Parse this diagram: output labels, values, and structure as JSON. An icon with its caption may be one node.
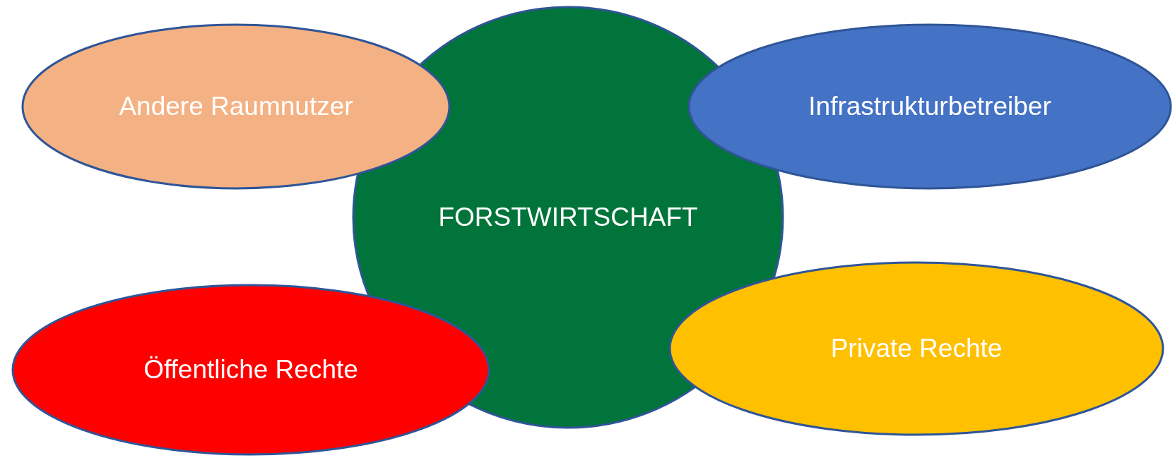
{
  "diagram": {
    "nodes": [
      {
        "text": [
          "Andere Raumnutzer"
        ]
      },
      {
        "text": [
          "FORSTWIRTSCHAFT"
        ]
      },
      {
        "text": [
          "Infrastrukturbetreiber"
        ]
      },
      {
        "text": [
          "Öffentliche Rechte"
        ]
      },
      {
        "text": [
          "Private Rechte"
        ]
      }
    ]
  }
}
